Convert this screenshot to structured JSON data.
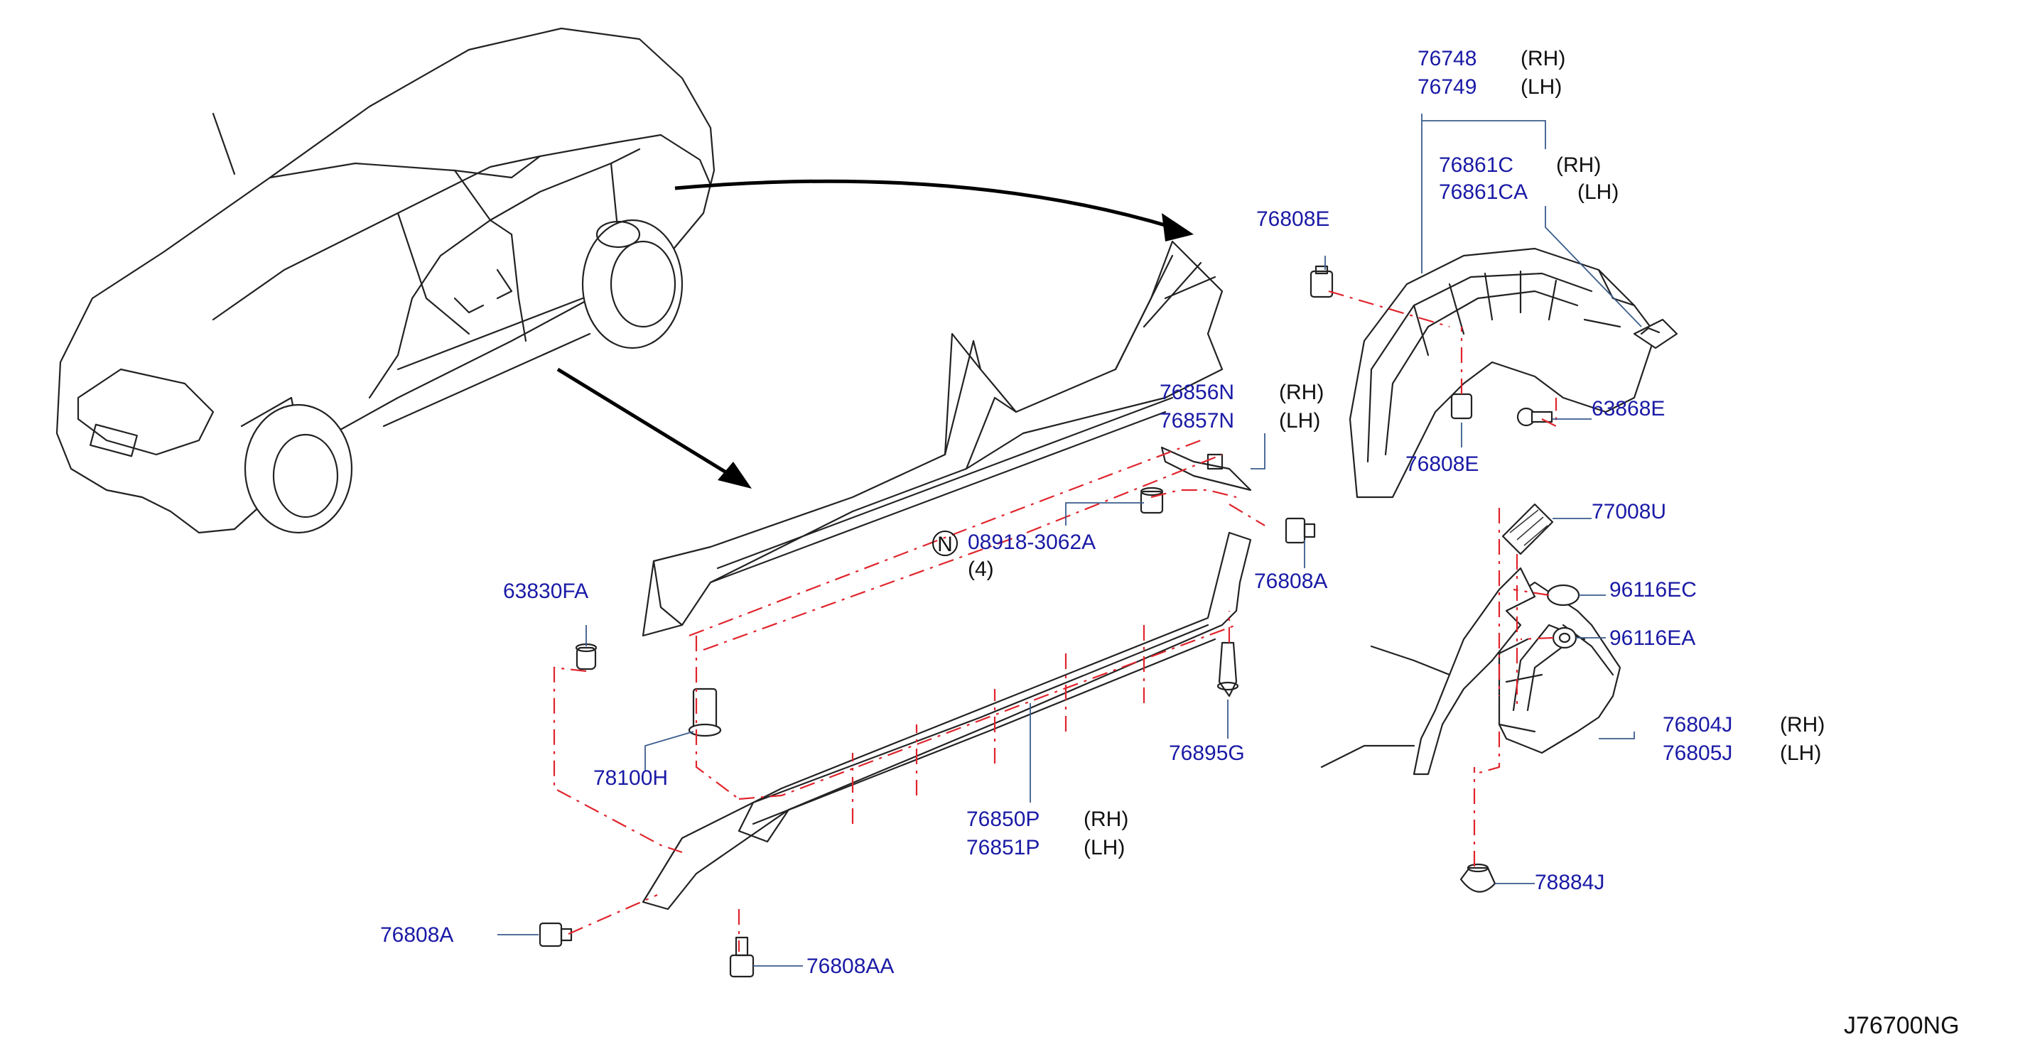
{
  "diagram_code": "J76700NG",
  "note_symbol": "N",
  "labels": {
    "p76748": "76748",
    "p76748_side": "(RH)",
    "p76749": "76749",
    "p76749_side": "(LH)",
    "p76861C": "76861C",
    "p76861C_side": "(RH)",
    "p76861CA": "76861CA",
    "p76861CA_side": "(LH)",
    "p76808E_top": "76808E",
    "p76808E_mid": "76808E",
    "p63868E": "63868E",
    "p76856N": "76856N",
    "p76856N_side": "(RH)",
    "p76857N": "76857N",
    "p76857N_side": "(LH)",
    "p08918": "08918-3062A",
    "p08918_qty": "(4)",
    "p76808A_right": "76808A",
    "p63830FA": "63830FA",
    "p78100H": "78100H",
    "p76895G": "76895G",
    "p77008U": "77008U",
    "p96116EC": "96116EC",
    "p96116EA": "96116EA",
    "p76804J": "76804J",
    "p76804J_side": "(RH)",
    "p76805J": "76805J",
    "p76805J_side": "(LH)",
    "p76850P": "76850P",
    "p76850P_side": "(RH)",
    "p76851P": "76851P",
    "p76851P_side": "(LH)",
    "p78884J": "78884J",
    "p76808A_left": "76808A",
    "p76808AA": "76808AA"
  },
  "icons": [
    "car-illustration",
    "body-sill-outline",
    "side-sill-cover",
    "fender-protector",
    "mud-guard",
    "clip-icon",
    "bolt-icon",
    "grommet-icon",
    "nut-icon",
    "bracket-icon",
    "vent-icon"
  ],
  "colors": {
    "callout_text": "#1a1aa6",
    "leader_line": "#3a5c8c",
    "dashed_guide": "#e0242c",
    "ink": "#222222"
  }
}
